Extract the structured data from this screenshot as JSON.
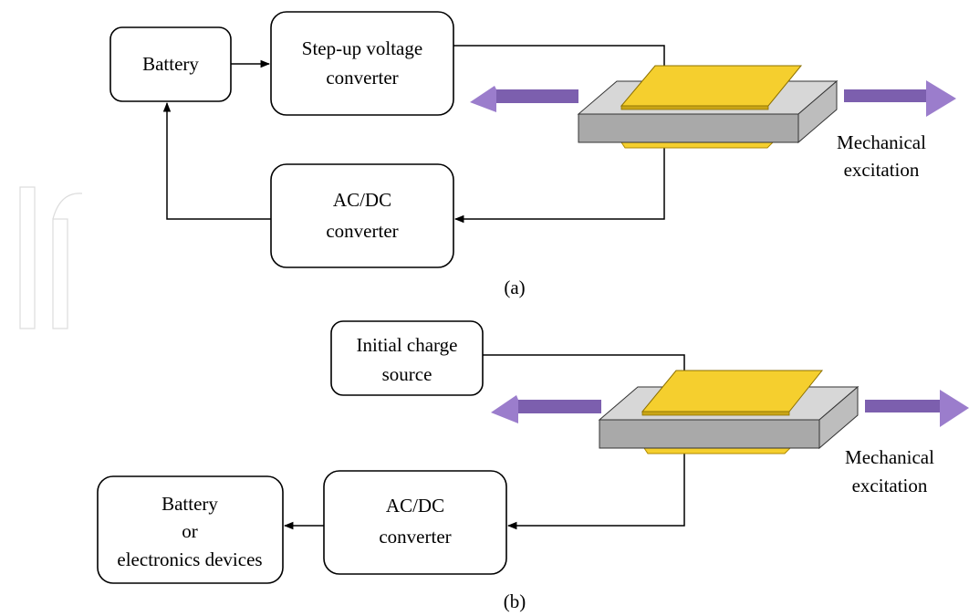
{
  "panel_a": {
    "battery": "Battery",
    "stepup_line1": "Step-up voltage",
    "stepup_line2": "converter",
    "acdc_line1": "AC/DC",
    "acdc_line2": "converter",
    "mech_line1": "Mechanical",
    "mech_line2": "excitation",
    "caption": "(a)"
  },
  "panel_b": {
    "charge_line1": "Initial charge",
    "charge_line2": "source",
    "acdc_line1": "AC/DC",
    "acdc_line2": "converter",
    "load_line1": "Battery",
    "load_line2": "or",
    "load_line3": "electronics devices",
    "mech_line1": "Mechanical",
    "mech_line2": "excitation",
    "caption": "(b)"
  },
  "colors": {
    "electrode": "#f5cf2e",
    "substrate_top": "#d7d7d7",
    "substrate_side": "#a9a9a9",
    "arrow": "#9b7dcc"
  }
}
